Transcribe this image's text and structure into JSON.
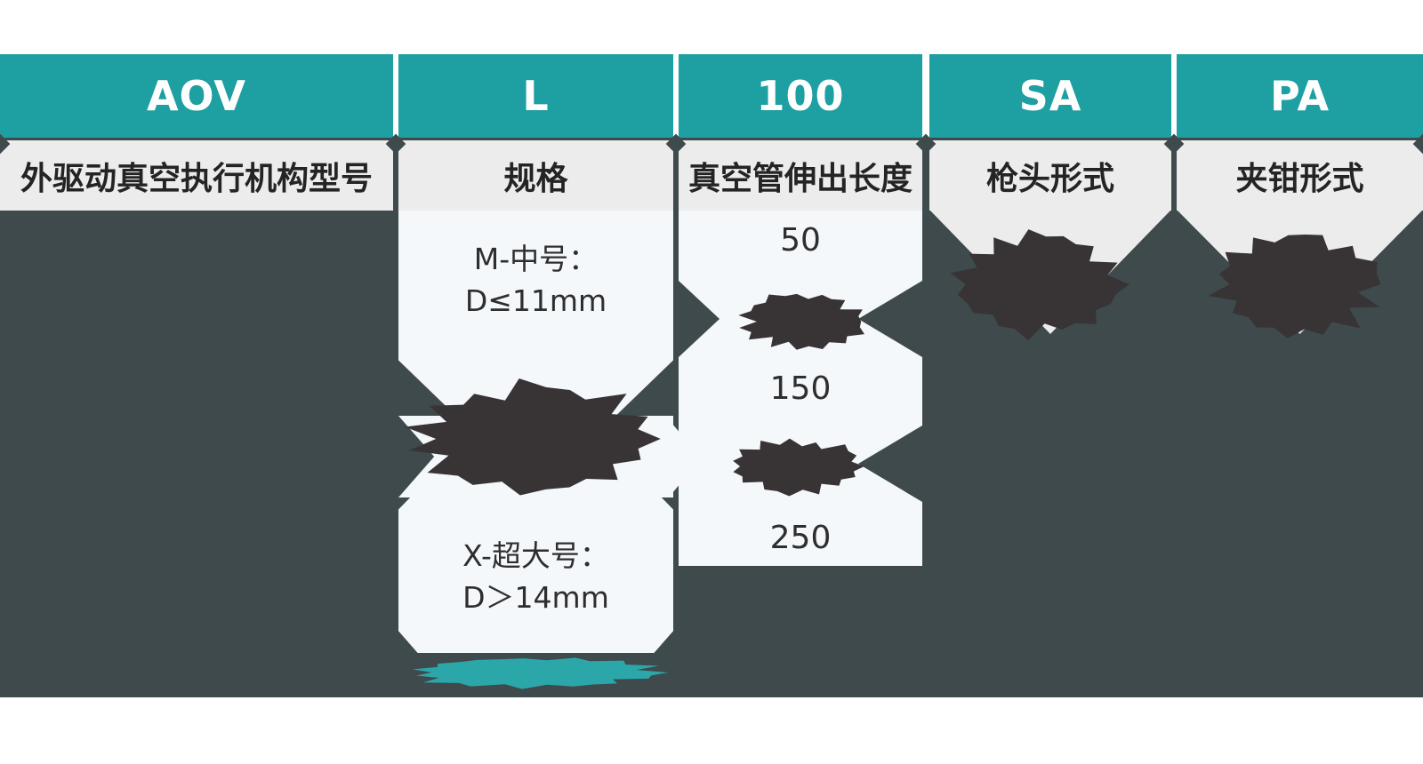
{
  "colors": {
    "header_teal": "#1E9FA1",
    "background_slate": "#3E4A4C",
    "label_gray": "#ECECEC",
    "panel_white": "#F4F8FB",
    "redaction_black": "#383435",
    "redaction_teal": "#2BA7A9"
  },
  "columns": [
    {
      "code": "AOV",
      "label": "外驱动真空执行机构型号"
    },
    {
      "code": "L",
      "label": "规格",
      "options": {
        "medium": {
          "line1": "M-中号：",
          "line2": "D≤11mm"
        },
        "middle_option_redacted": true,
        "xlarge": {
          "line1": "X-超大号：",
          "line2": "D＞14mm"
        }
      },
      "footnote_redacted": true
    },
    {
      "code": "100",
      "label": "真空管伸出长度",
      "values": [
        "50",
        "150",
        "250"
      ],
      "values_between_redacted": true
    },
    {
      "code": "SA",
      "label": "枪头形式",
      "content_redacted": true
    },
    {
      "code": "PA",
      "label": "夹钳形式",
      "content_redacted": true
    }
  ]
}
